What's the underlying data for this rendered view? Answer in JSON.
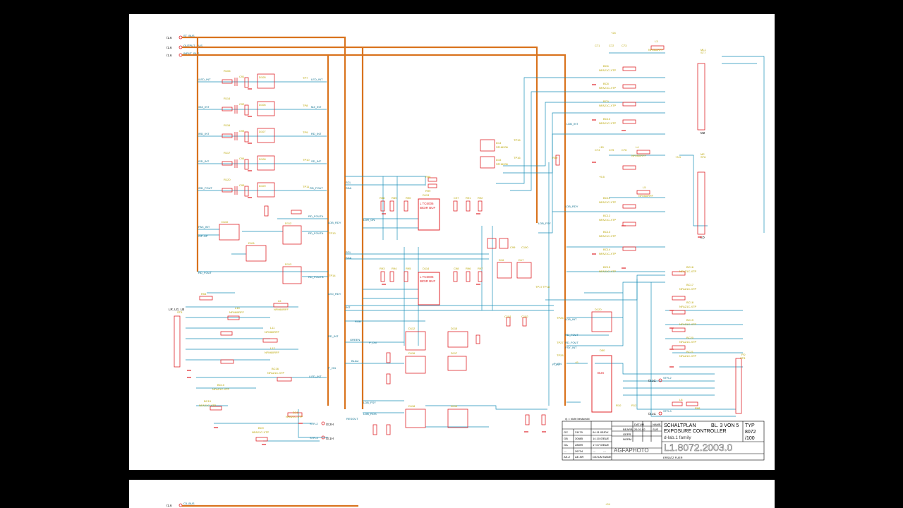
{
  "sheet1": {
    "buses": [
      {
        "ref": "/1.6",
        "name": "ST_BUS"
      },
      {
        "ref": "/1.6",
        "name": "OUTPUT_BUS"
      },
      {
        "ref": "/1.6",
        "name": "INPUT_BUS"
      }
    ],
    "left_nets": [
      "/LED_INT",
      "/MZ_INT",
      "/RD_INT",
      "/SD_INT",
      "/RD_FOUT",
      "PAX_INT",
      "/SP-OP",
      "RD_FOUT"
    ],
    "right_nets": [
      "LED_INT",
      "MZ_INT",
      "RD_INT",
      "SD_INT",
      "RD_FOUT",
      "RD_FOUTA",
      "RD_FOUTA",
      "RD_FOUTB"
    ],
    "center_nets": [
      "LDB_RDY",
      "SCL",
      "SDA",
      "LDR_ON",
      "SCL",
      "SDA",
      "LED_RDY",
      "INT",
      "RGB",
      "GREEN",
      "BLAU",
      "P_DN",
      "P_ON",
      "LDB_FSY",
      "LDB_ROS",
      "RESOUT",
      "RD_INT",
      "P_ON",
      "/LED_INT"
    ],
    "connector_left": "LR, LG, LB",
    "connector_right_top": "ML1",
    "connector_right_mid": "M2",
    "connector_right_low": "LD",
    "connector_pd": "PD",
    "ic_labels": [
      "BIDIR BUF",
      "L TC6006",
      "BIDIR BUF",
      "L TC6006",
      "BUS"
    ],
    "note": "x) = nicht bestueckt",
    "out_refs": [
      "/3.2H",
      "/3.1H",
      "/3.1C",
      "/3.1C"
    ],
    "out_nets": [
      "STR-2",
      "STR-3",
      "STR-2",
      "STR-3"
    ],
    "right_side_nets": [
      "LDB_INT",
      "RD_FOUT",
      "RD_FOUT",
      "FSY_INT",
      "P_PD",
      "LDB_FSY",
      "LDB_INT",
      "LDB_RDY"
    ],
    "title_block": {
      "sheet": "SCHALTPLAN",
      "sheet_no": "BL. 3 VON 5",
      "title1": "EXPOSURE CONTROLLER",
      "title2": "d-lab.1 family",
      "typ_label": "TYP",
      "typ_value": "8072",
      "typ_sub": "/100",
      "company": "AGFAPHOTO",
      "drawing_no": "L1.8072.2003.0",
      "replacement": "ERSATZ FUER",
      "col_datum": "DATUM",
      "col_name": "NAME",
      "bearb_label": "BEARB",
      "bearb_date": "26.01.02",
      "bearb_name": "SUE",
      "gepr_label": "GEPR",
      "norm_label": "NORM",
      "rev_rows": [
        {
          "code": "GC",
          "num": "31179",
          "date": "04.11.03",
          "name": "JDX"
        },
        {
          "code": "GB",
          "num": "30885",
          "date": "14.10.03",
          "name": "SUE"
        },
        {
          "code": "GA",
          "num": "28899",
          "date": "17.07.03",
          "name": "SUE"
        },
        {
          "code": "---",
          "num": "26734",
          "date": "---",
          "name": "---"
        }
      ],
      "rev_header": {
        "c1": "AE-Z",
        "c2": "AE-NR",
        "c3": "DATUM",
        "c4": "NAME"
      }
    }
  },
  "sheet2": {
    "bus_ref": "/1.6",
    "bus_name": "C5_BUS",
    "value": "+24"
  },
  "colors": {
    "bus": "#d9731e",
    "wire": "#1a8fb8",
    "component": "#e0252a",
    "label": "#b8a400",
    "page_bg": "#000000",
    "sheet_bg": "#ffffff"
  }
}
